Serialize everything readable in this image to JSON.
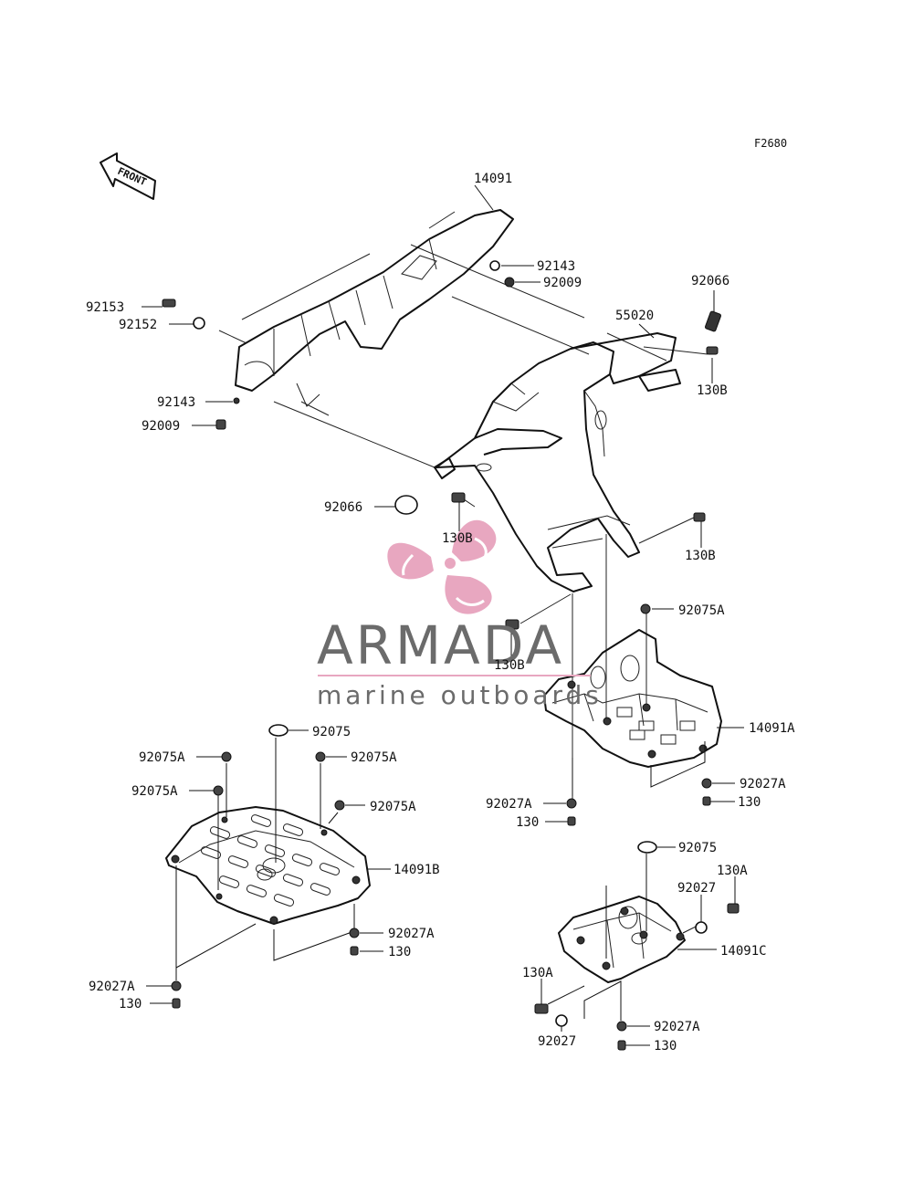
{
  "figure_code": "F2680",
  "front_arrow_label": "FRONT",
  "watermark": {
    "brand": "ARMADA",
    "tagline": "marine outboards",
    "logo_color": "#e8a7c0",
    "rule_color": "#e8a7c0",
    "text_color": "#6b6b6b"
  },
  "callouts": [
    "14091",
    "92143",
    "92009",
    "92153",
    "92152",
    "92066",
    "55020",
    "130B",
    "92143",
    "92009",
    "92066",
    "130B",
    "130B",
    "130B",
    "92075A",
    "14091A",
    "92027A",
    "130",
    "92027A",
    "130",
    "92075",
    "92075A",
    "92075A",
    "92075A",
    "92075A",
    "14091B",
    "92027A",
    "130",
    "92027A",
    "130",
    "92075",
    "130A",
    "92027",
    "14091C",
    "130A",
    "92027",
    "92027A",
    "130"
  ]
}
